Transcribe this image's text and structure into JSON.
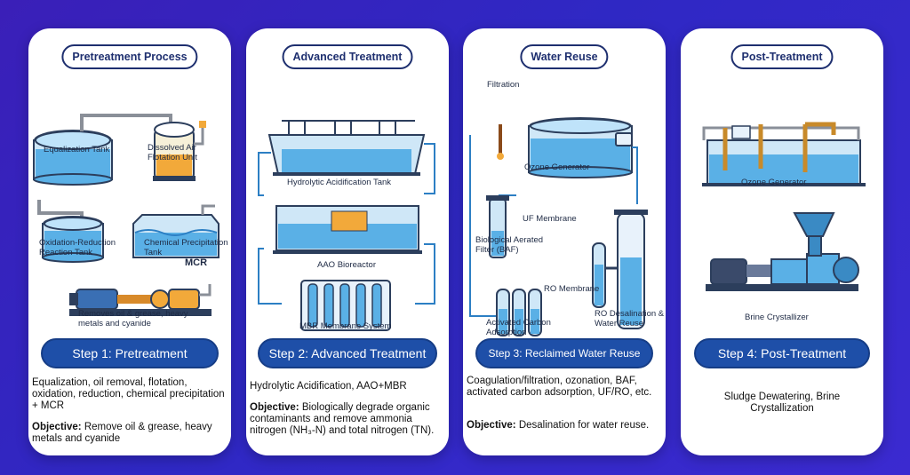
{
  "cards": [
    {
      "title": "Pretreatment Process",
      "labels": {
        "equalization": "Equalization Tank",
        "daf": "Dissolved Air Flotation Unit",
        "oxred": "Oxidation-Reduction Reaction Tank",
        "chemprec": "Chemical Precipitation Tank",
        "mcr": "MCR",
        "removes": "Removes oil & grease, heavy metals and cyanide"
      },
      "step": "Step 1: Pretreatment",
      "description": "Equalization, oil removal, flotation, oxidation, reduction, chemical precipitation + MCR",
      "objective_label": "Objective:",
      "objective_text": "Remove oil & grease, heavy metals and cyanide"
    },
    {
      "title": "Advanced Treatment",
      "labels": {
        "hydrolytic": "Hydrolytic Acidification Tank",
        "aao": "AAO Bioreactor",
        "mbr": "MBR Membrane System"
      },
      "step": "Step 2: Advanced Treatment",
      "description": "Hydrolytic Acidification, AAO+MBR",
      "objective_label": "Objective:",
      "objective_text": "Biologically degrade organic contaminants and remove ammonia nitrogen (NH₃-N) and total nitrogen (TN)."
    },
    {
      "title": "Water Reuse",
      "labels": {
        "filtration": "Filtration",
        "ozone": "Ozone Generator",
        "uf": "UF Membrane",
        "baf": "Biological Aerated Filter (BAF)",
        "ro": "RO Membrane",
        "activated": "Activated Carbon Adsorption",
        "rodesal": "RO Desalination & Water Reuse"
      },
      "step": "Step 3: Reclaimed Water Reuse",
      "description": "Coagulation/filtration, ozonation, BAF, activated carbon adsorption, UF/RO, etc.",
      "objective_label": "Objective:",
      "objective_text": "Desalination for water reuse."
    },
    {
      "title": "Post-Treatment",
      "labels": {
        "ozone": "Ozone Generator",
        "brine": "Brine Crystallizer"
      },
      "step": "Step 4: Post-Treatment",
      "description": "Sludge Dewatering, Brine Crystallization"
    }
  ]
}
